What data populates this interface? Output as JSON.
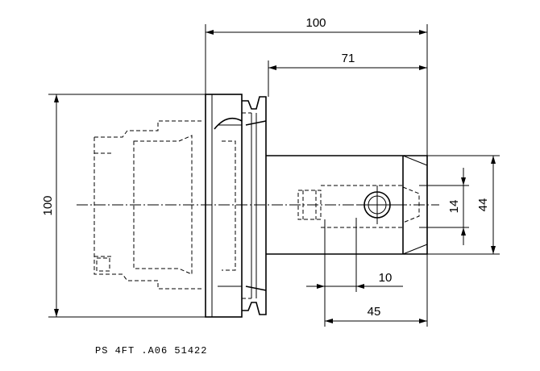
{
  "drawing": {
    "dimensions": {
      "overall_length": "100",
      "body_length": "71",
      "flange_height": "100",
      "shank_diameter": "44",
      "bore_diameter": "14",
      "screw_offset": "10",
      "bore_depth": "45"
    },
    "caption": "PS 4FT .A06 51422"
  }
}
